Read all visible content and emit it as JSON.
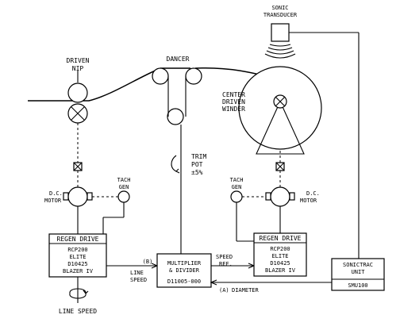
{
  "labels": {
    "sonic_transducer_l1": "SONIC",
    "sonic_transducer_l2": "TRANSDUCER",
    "driven_nip_l1": "DRIVEN",
    "driven_nip_l2": "NIP",
    "dancer": "DANCER",
    "center_driven_winder_l1": "CENTER",
    "center_driven_winder_l2": "DRIVEN",
    "center_driven_winder_l3": "WINDER",
    "trim_pot_l1": "TRIM",
    "trim_pot_l2": "POT",
    "trim_pot_l3": "±5%",
    "tach_gen_left_l1": "TACH",
    "tach_gen_left_l2": "GEN",
    "tach_gen_right_l1": "TACH",
    "tach_gen_right_l2": "GEN",
    "dc_motor_left_l1": "D.C.",
    "dc_motor_left_l2": "MOTOR",
    "dc_motor_right_l1": "D.C.",
    "dc_motor_right_l2": "MOTOR",
    "line_speed_bottom": "LINE SPEED",
    "line_speed_signal_l1": "LINE",
    "line_speed_signal_l2": "SPEED",
    "signal_b": "(B)",
    "speed_ref_l1": "SPEED",
    "speed_ref_l2": "REF.",
    "signal_a": "(A)",
    "diameter": "DIAMETER"
  },
  "boxes": {
    "regen_left": {
      "title": "REGEN DRIVE",
      "l1": "RCP200",
      "l2": "ELITE",
      "l3": "D10425",
      "l4": "BLAZER IV"
    },
    "regen_right": {
      "title": "REGEN DRIVE",
      "l1": "RCP200",
      "l2": "ELITE",
      "l3": "D10425",
      "l4": "BLAZER IV"
    },
    "multiplier": {
      "l1": "MULTIPLIER",
      "l2": "& DIVIDER",
      "l3": "D11005-000"
    },
    "sonictrac": {
      "l1": "SONICTRAC",
      "l2": "UNIT",
      "l3": "SMU100"
    }
  }
}
